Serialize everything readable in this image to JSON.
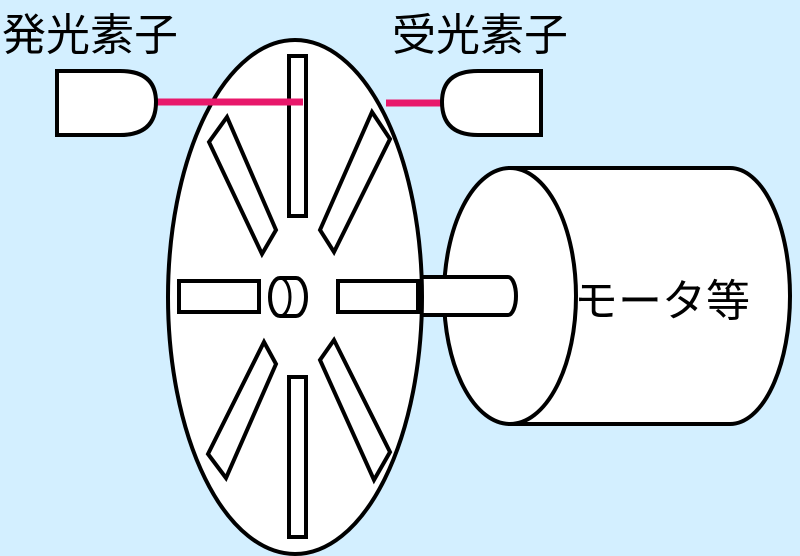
{
  "labels": {
    "emitter": "発光素子",
    "receiver": "受光素子",
    "motor": "モータ等"
  },
  "colors": {
    "background": "#d3efff",
    "beam": "#e8186b",
    "outline": "#000000",
    "fill": "#ffffff"
  }
}
